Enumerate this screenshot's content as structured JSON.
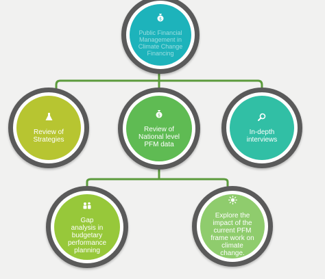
{
  "nodes": {
    "root": {
      "label": "Public Financial Management in Climate Change Financing",
      "color": "#1db3bb"
    },
    "strategies": {
      "label": "Review of Strategies",
      "color": "#b7c531"
    },
    "pfm_data": {
      "label": "Review of National level PFM data",
      "color": "#5fbb53"
    },
    "interviews": {
      "label": "In-depth interviews",
      "color": "#31bfa5"
    },
    "gap_analysis": {
      "label": "Gap analysis in budgetary performance planning",
      "color": "#97c83a"
    },
    "explore_impact": {
      "label": "Explore the impact of the current PFM frame work on climate change.",
      "color": "#8fcc6d"
    }
  },
  "icons": {
    "root": "money-bag-icon",
    "strategies": "flask-icon",
    "pfm_data": "money-bag-icon",
    "interviews": "magnifier-icon",
    "gap_analysis": "people-icon",
    "explore_impact": "sun-icon"
  },
  "connector_color": "#5c9b3c"
}
